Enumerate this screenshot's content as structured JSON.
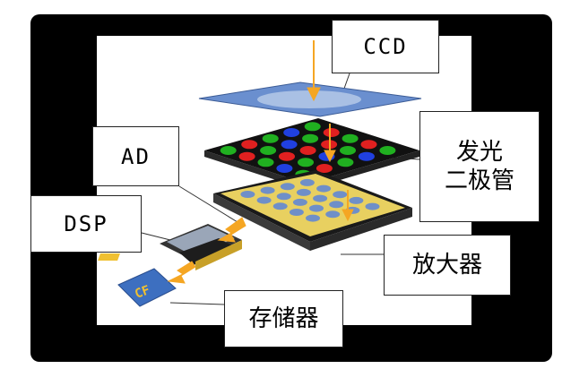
{
  "labels": {
    "ccd": "CCD",
    "ad": "AD",
    "dsp": "DSP",
    "led_line1": "发光",
    "led_line2": "二极管",
    "amplifier": "放大器",
    "memory": "存储器",
    "cf_chip": "CF"
  },
  "colors": {
    "frame": "#000000",
    "panel": "#ffffff",
    "arrow": "#f5a623",
    "ccd_plate": "#5a86c8",
    "led_board": "#111111",
    "led_red": "#e02020",
    "led_green": "#20b020",
    "led_blue": "#2040e0",
    "amp_gold": "#e8d060",
    "amp_blue": "#6f8fc8",
    "cf_card": "#3d6fc0"
  }
}
